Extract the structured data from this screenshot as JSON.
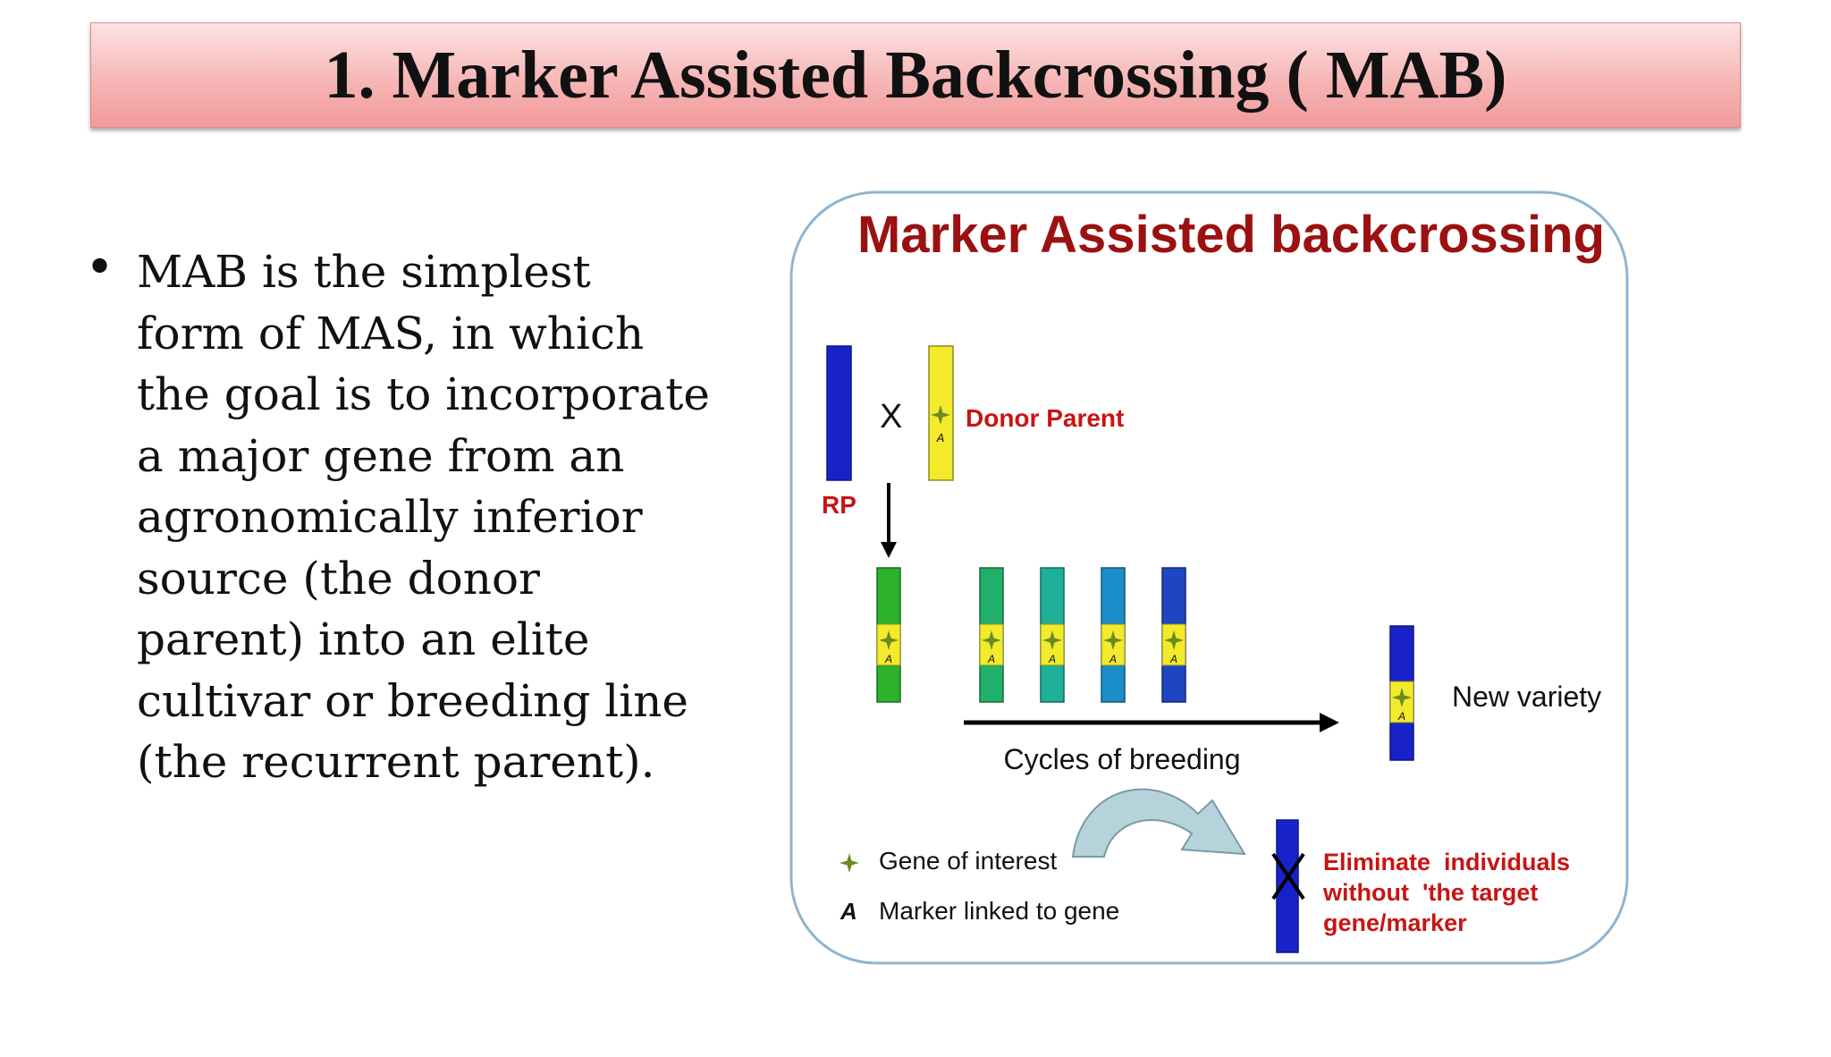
{
  "slide": {
    "title": "1. Marker Assisted Backcrossing ( MAB)",
    "bullet_symbol": "•",
    "bullet_lines": [
      " MAB is the simplest",
      "form of MAS, in which",
      "the goal is to incorporate",
      "a major gene from an",
      "agronomically inferior",
      "source (the donor",
      "parent) into an elite",
      "cultivar or breeding line",
      "(the recurrent parent)."
    ]
  },
  "diagram": {
    "title": "Marker Assisted backcrossing",
    "cross_symbol": "X",
    "donor_label": "Donor Parent",
    "rp_label": "RP",
    "cycles_label": "Cycles of breeding",
    "new_variety_label": "New variety",
    "legend": {
      "gene_symbol": "✦",
      "gene_label": "Gene of interest",
      "marker_symbol": "A",
      "marker_label": "Marker linked to gene"
    },
    "eliminate_lines": [
      "Eliminate  individuals",
      "without  'the target",
      "gene/marker"
    ],
    "colors": {
      "title_red": "#9b1111",
      "label_red": "#c81414",
      "recurrent_blue": "#1722c9",
      "donor_yellow": "#f2ea2a",
      "frame_blue": "#8fb5cf",
      "curve_arrow": "#b6d3dc",
      "gene_star": "#6a8c1f",
      "offspring_colors": [
        "#2db22e",
        "#20b06a",
        "#1fb09a",
        "#1a8ec8",
        "#1f46c2"
      ]
    }
  }
}
